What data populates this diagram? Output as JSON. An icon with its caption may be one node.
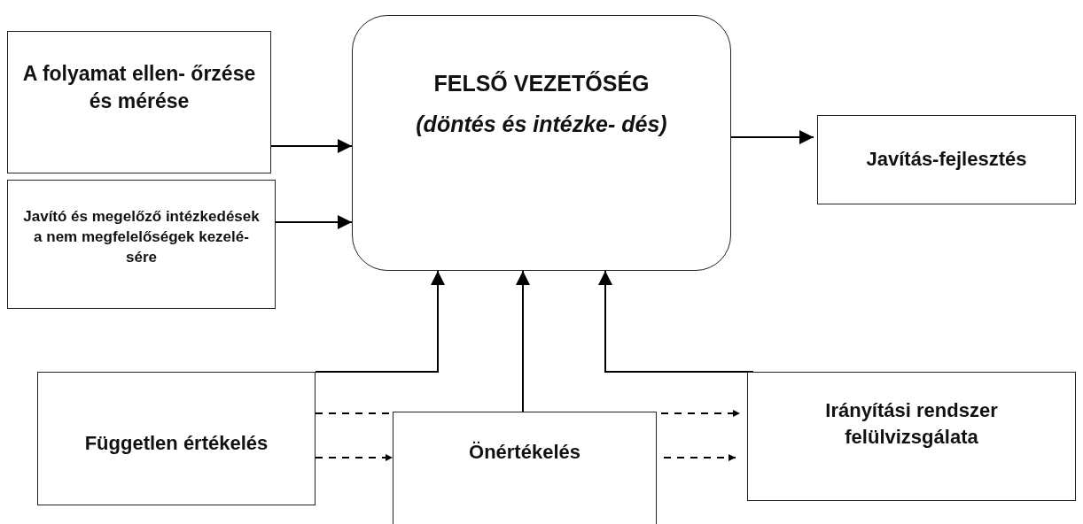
{
  "diagram": {
    "nodes": [
      {
        "text": [
          "A folyamat ellen- őrzése és mérése"
        ]
      },
      {
        "text": [
          "Javító és megelőző intézkedések a nem megfelelőségek kezelé- sére"
        ]
      },
      {
        "text": [
          "FELSŐ VEZETŐSÉG",
          "(döntés és intézke- dés)"
        ]
      },
      {
        "text": [
          "Javítás-fejlesztés"
        ]
      },
      {
        "text": [
          "Független értékelés"
        ]
      },
      {
        "text": [
          "Önértékelés"
        ]
      },
      {
        "text": [
          "Irányítási rendszer felülvizsgálata"
        ]
      }
    ],
    "edges": [
      {
        "from": 0,
        "to": 2,
        "arrow": "to"
      },
      {
        "from": 1,
        "to": 2,
        "arrow": "to"
      },
      {
        "from": 2,
        "to": 3,
        "arrow": "to"
      },
      {
        "from": 4,
        "to": 2,
        "arrow": "to"
      },
      {
        "from": 5,
        "to": 2,
        "arrow": "to"
      },
      {
        "from": 6,
        "to": 2,
        "arrow": "to"
      },
      {
        "from": 4,
        "to": 6,
        "arrow": "to",
        "style": "dashed"
      },
      {
        "from": 4,
        "to": 5,
        "arrow": "to",
        "style": "dashed"
      },
      {
        "from": 5,
        "to": 6,
        "arrow": "to",
        "style": "dashed"
      }
    ]
  }
}
